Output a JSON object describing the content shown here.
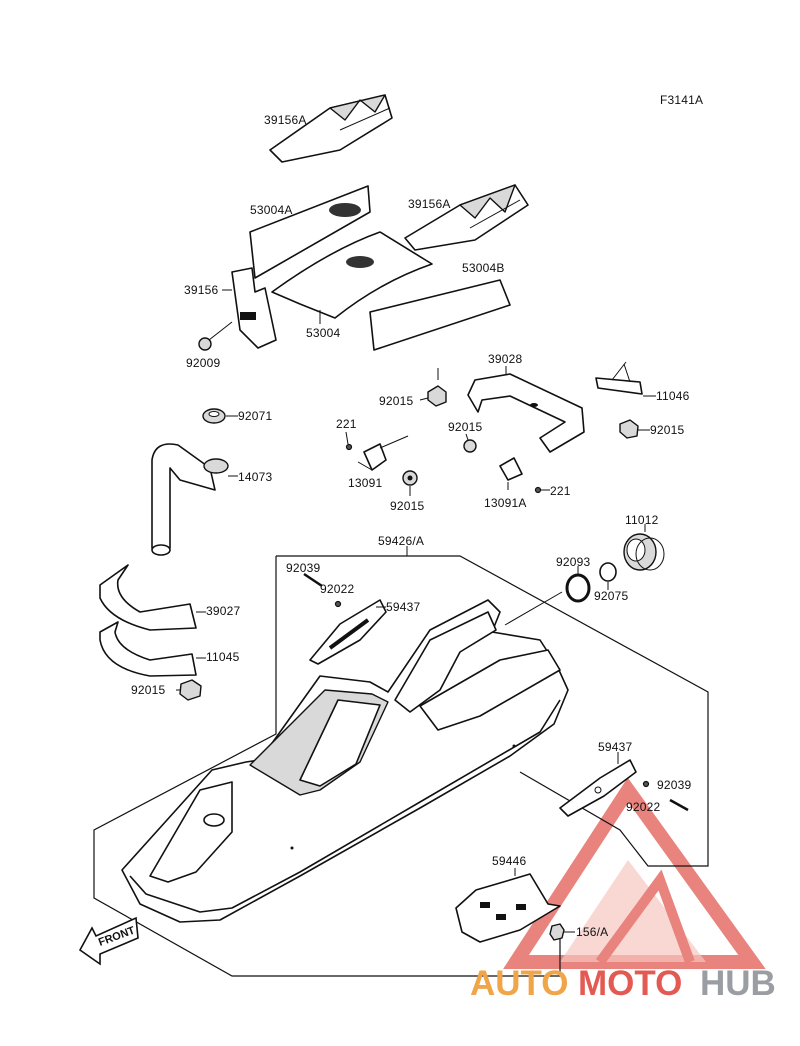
{
  "figure_code": "F3141A",
  "callouts": {
    "pad_left_upper": "39156A",
    "pad_right_upper": "39156A",
    "mat_top": "53004A",
    "mat_center": "53004",
    "mat_right": "53004B",
    "bracket_left": "39156",
    "bolt_left": "92009",
    "cap_upper": "92071",
    "grip_tube": "14073",
    "bumper_upper": "39027",
    "bumper_lower": "11045",
    "nut_lower_left": "92015",
    "bolt_221_left": "221",
    "clip_left": "13091",
    "nut_center": "92015",
    "nut_upper_center": "92015",
    "nut_mid_center": "92015",
    "handle_bracket": "39028",
    "bracket_right": "11046",
    "nut_right": "92015",
    "clip_right": "13091A",
    "bolt_221_right": "221",
    "hull": "59426/A",
    "screw_left": "92039",
    "washer_left": "92022",
    "guard_left": "59437",
    "cap_11012": "11012",
    "seal_92093": "92093",
    "ring_92075": "92075",
    "guard_right": "59437",
    "screw_right": "92039",
    "washer_right": "92022",
    "plate": "59446",
    "bolt_plate": "156/A",
    "front_arrow": "FRONT"
  },
  "watermark": {
    "part1": "AUTO",
    "part2": "MOTO",
    "part3": "HUB",
    "color_gray": "#9a9ea3",
    "color_orange": "#f0a548",
    "color_red": "#e25a52"
  }
}
